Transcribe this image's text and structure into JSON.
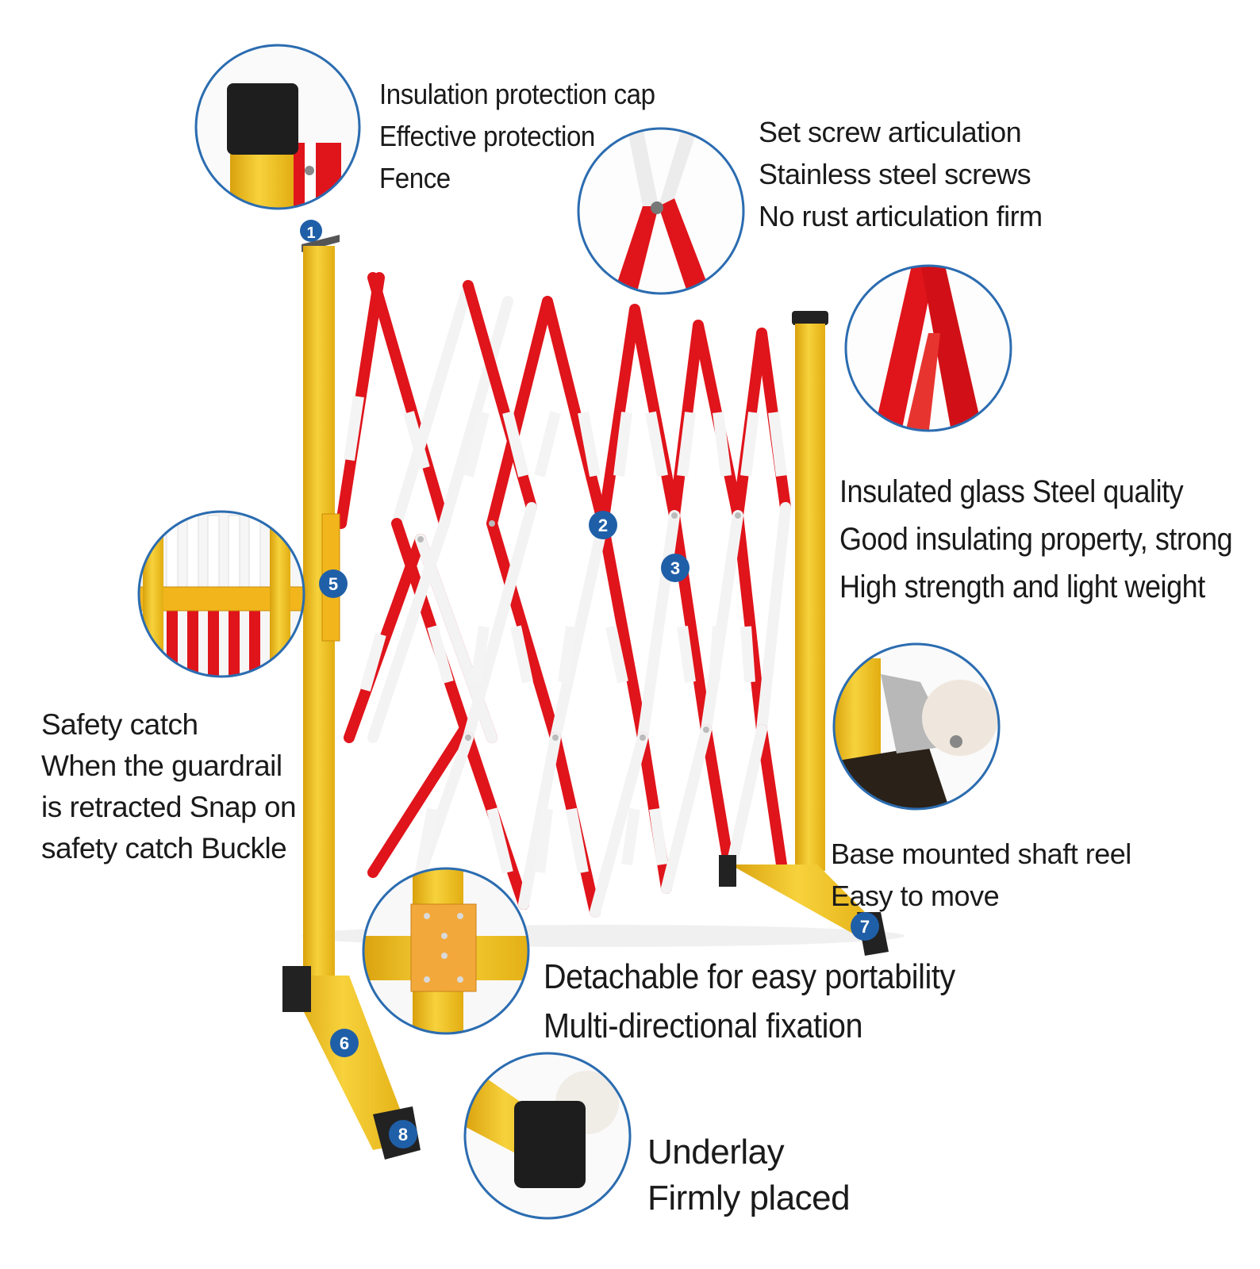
{
  "colors": {
    "post_yellow": "#f2c21a",
    "bar_red": "#e0141b",
    "bar_white": "#f4f4f4",
    "cap_black": "#222222",
    "circle_border": "#2b6cb0",
    "badge_blue": "#1f5fa8"
  },
  "callouts": [
    {
      "number": "1",
      "lines": [
        "Insulation protection cap",
        "Effective protection",
        "Fence"
      ]
    },
    {
      "number": "2",
      "lines": [
        "Set screw articulation",
        "Stainless steel screws",
        "No rust articulation firm"
      ]
    },
    {
      "number": "3",
      "lines": [
        "Insulated glass Steel quality",
        "Good insulating property, strong",
        "High strength and light weight"
      ]
    },
    {
      "number": "5",
      "lines": [
        "Safety catch",
        "When the guardrail",
        "is retracted Snap on",
        "safety catch Buckle"
      ]
    },
    {
      "number": "7",
      "lines": [
        "Base mounted shaft reel",
        "Easy to move"
      ]
    },
    {
      "number": "6",
      "lines": [
        "Detachable for easy portability",
        "Multi-directional fixation"
      ]
    },
    {
      "number": "8",
      "lines": [
        "Underlay",
        "Firmly placed"
      ]
    }
  ]
}
